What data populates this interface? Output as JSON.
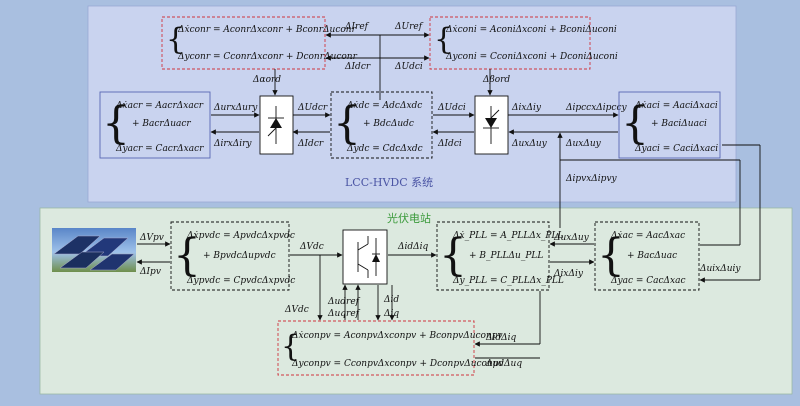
{
  "colors": {
    "lcc_bg": "#c9d3ef",
    "pv_bg": "#dce9df",
    "red_dash": "#d0343d",
    "blue_dash": "#5866b4",
    "lcc_caption": "#4b55a4",
    "pv_caption": "#3a9a3a"
  },
  "captions": {
    "lcc": "LCC-HVDC 系统",
    "pv": "光伏电站"
  },
  "equations": {
    "conr": [
      "Δẋconr = AconrΔxconr + BconrΔuconr",
      "Δyconr = CconrΔxconr + DconrΔuconr"
    ],
    "coni": [
      "Δẋconi = AconiΔxconi + BconiΔuconi",
      "Δyconi = CconiΔxconi + DconiΔuconi"
    ],
    "acr": [
      "Δẋacr = AacrΔxacr",
      "+ BacrΔuacr",
      "Δyacr = CacrΔxacr"
    ],
    "dc": [
      "Δẋdc = AdcΔxdc",
      "+ BdcΔudc",
      "Δydc = CdcΔxdc"
    ],
    "aci": [
      "Δẋaci = AaciΔxaci",
      "+ BaciΔuaci",
      "Δyaci = CaciΔxaci"
    ],
    "pvdc": [
      "Δẋpvdc = ApvdcΔxpvdc",
      "+ BpvdcΔupvdc",
      "Δypvdc = CpvdcΔxpvdc"
    ],
    "pll": [
      "Δẋ_PLL = A_PLLΔx_PLL",
      "+ B_PLLΔu_PLL",
      "Δy_PLL = C_PLLΔx_PLL"
    ],
    "ac": [
      "Δẋac = AacΔxac",
      "+ BacΔuac",
      "Δyac = CacΔxac"
    ],
    "conpv": [
      "Δẋconpv = AconpvΔxconpv + BconpvΔuconpv",
      "Δyconpv = CconpvΔxconpv + DconpvΔuconpv"
    ]
  },
  "signals": {
    "iref": "ΔIref",
    "uref": "ΔUref",
    "idcr": "ΔIdcr",
    "udci_top": "ΔUdci",
    "alpha": "Δαord",
    "beta": "Δβord",
    "urx": "ΔurxΔury",
    "irx": "ΔirxΔiry",
    "udcr": "ΔUdcr",
    "idcr_low": "ΔIdcr",
    "udci": "ΔUdci",
    "idci": "ΔIdci",
    "ix": "ΔixΔiy",
    "ux": "ΔuxΔuy",
    "ipcc": "ΔipccxΔipccy",
    "ux2": "ΔuxΔuy",
    "ipv_xy": "ΔipvxΔipvy",
    "vpv": "ΔVpv",
    "ipv": "ΔIpv",
    "vdc": "ΔVdc",
    "vdc2": "ΔVdc",
    "udref": "Δudref",
    "uqref": "Δuqref",
    "id": "Δid",
    "iq": "Δiq",
    "idiq": "ΔidΔiq",
    "ux3": "ΔuxΔuy",
    "ix3": "ΔixΔiy",
    "uix": "ΔuixΔuiy",
    "idq_bot": "ΔidΔiq",
    "udq_bot": "ΔudΔuq"
  }
}
